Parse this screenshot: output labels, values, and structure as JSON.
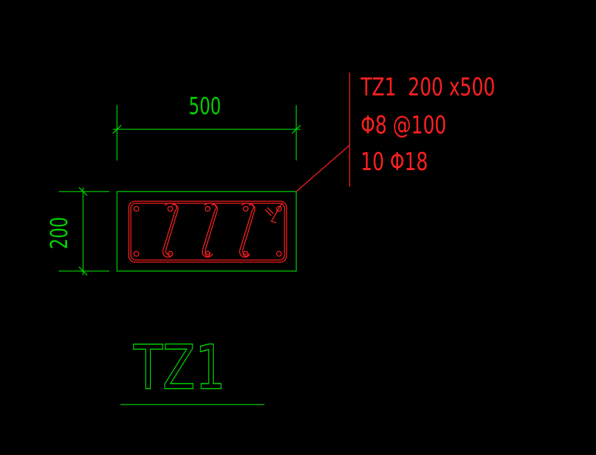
{
  "colors": {
    "background": "#000000",
    "dimension": "#00d000",
    "outline": "#00d000",
    "rebar": "#ff2020",
    "annotation": "#ff2020",
    "title": "#00d000"
  },
  "dimensions": {
    "width_label": "500",
    "height_label": "200"
  },
  "annotation": {
    "line1": "TZ1  200 x500",
    "line2": "Φ8 @100",
    "line3": "10 Φ18"
  },
  "title": {
    "label": "TZ1"
  }
}
